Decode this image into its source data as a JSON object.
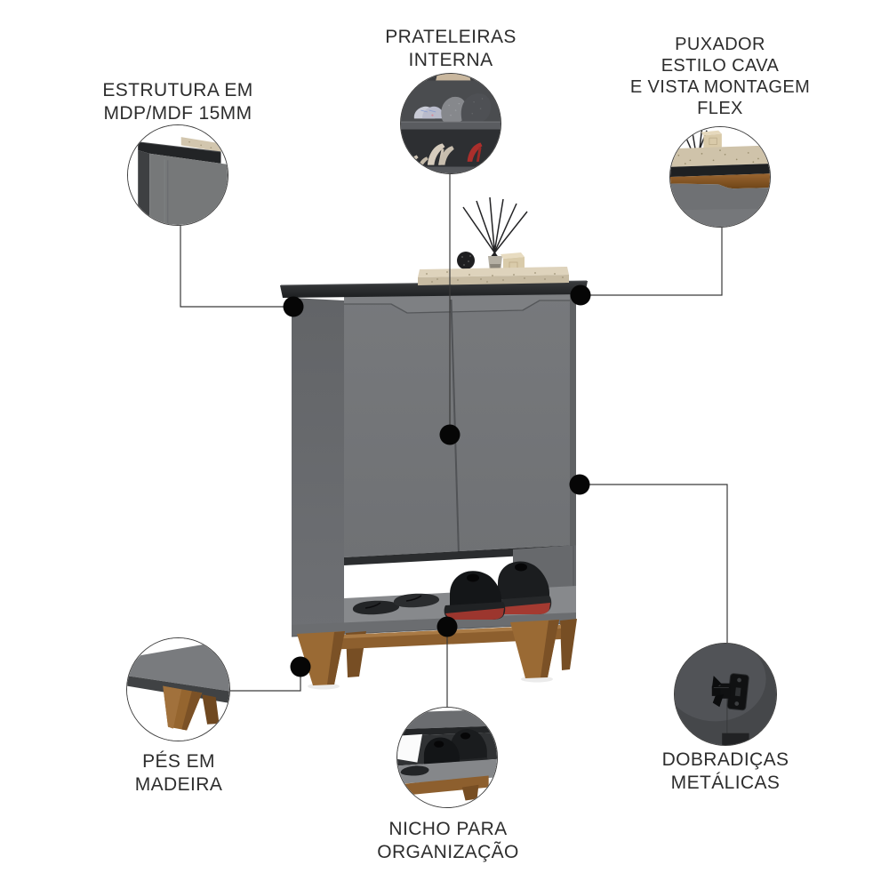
{
  "background_color": "#ffffff",
  "colors": {
    "text": "#2d2d2d",
    "connector_line": "#3a3a3a",
    "connector_dot": "#060606",
    "circle_border": "#3f3f3f",
    "cabinet_body": "#717376",
    "cabinet_top": "#26282a",
    "wood": "#96662f",
    "marble_tray": "#d3c7ae",
    "shoe_sole_red": "#a43a31"
  },
  "callouts": [
    {
      "id": "estrutura",
      "photo": "cabinet-top-corner-closeup",
      "lines": [
        "ESTRUTURA EM",
        "MDP/MDF 15MM"
      ]
    },
    {
      "id": "prateleiras",
      "photo": "internal-shelves-closeup",
      "lines": [
        "PRATELEIRAS",
        "INTERNA"
      ]
    },
    {
      "id": "puxador",
      "photo": "handle-groove-closeup",
      "lines": [
        "PUXADOR",
        "ESTILO CAVA",
        "E VISTA MONTAGEM",
        "FLEX"
      ]
    },
    {
      "id": "pes",
      "photo": "wooden-feet-closeup",
      "lines": [
        "PÉS EM",
        "MADEIRA"
      ]
    },
    {
      "id": "nicho",
      "photo": "niche-shoes-closeup",
      "lines": [
        "NICHO PARA",
        "ORGANIZAÇÃO"
      ]
    },
    {
      "id": "dobradicas",
      "photo": "metal-hinge-closeup",
      "lines": [
        "DOBRADIÇAS",
        "METÁLICAS"
      ]
    }
  ]
}
